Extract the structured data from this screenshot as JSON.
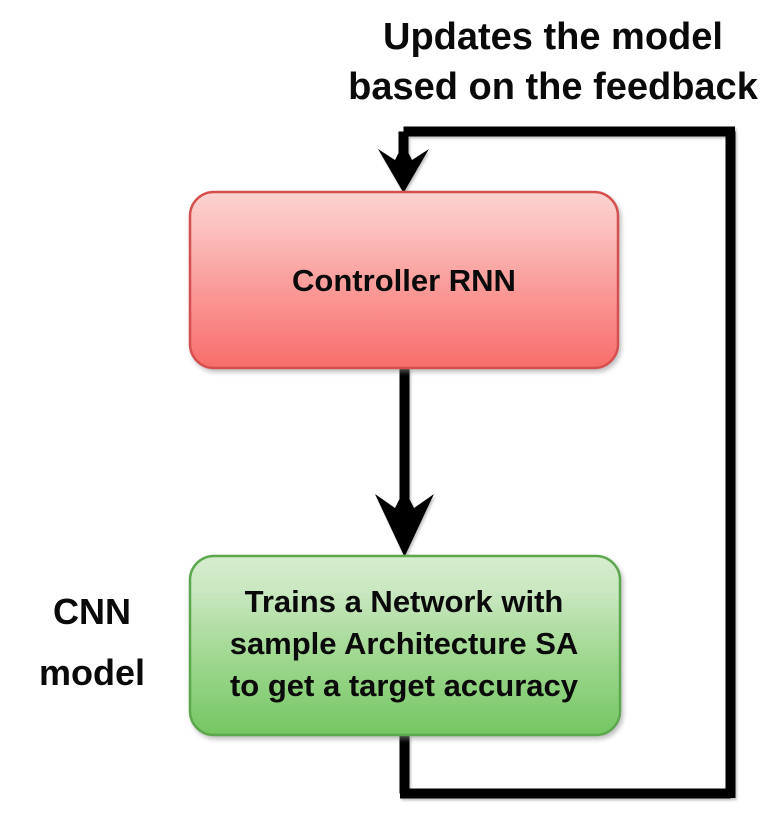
{
  "diagram": {
    "title": {
      "line1": "Updates the model",
      "line2": "based on the feedback"
    },
    "side_label": {
      "line1": "CNN",
      "line2": "model"
    },
    "nodes": [
      {
        "id": "controller",
        "label": "Controller RNN",
        "fill_top": "#fbc9c7",
        "fill_bottom": "#f9706e",
        "stroke": "#d4504e"
      },
      {
        "id": "cnn-trainer",
        "label_line1": "Trains a Network with",
        "label_line2": "sample Architecture SA",
        "label_line3": "to get a target accuracy",
        "fill_top": "#cfe9c6",
        "fill_bottom": "#76c765",
        "stroke": "#5aa84c"
      }
    ],
    "edges": [
      {
        "id": "controller-to-cnn",
        "from": "controller",
        "to": "cnn-trainer",
        "direction": "down"
      },
      {
        "id": "feedback-loop",
        "from": "cnn-trainer",
        "to": "controller",
        "direction": "up-around-right",
        "annotation": "Updates the model based on the feedback"
      }
    ],
    "colors": {
      "line": "#000000",
      "background": "#ffffff",
      "text": "#0a0a0a"
    }
  }
}
